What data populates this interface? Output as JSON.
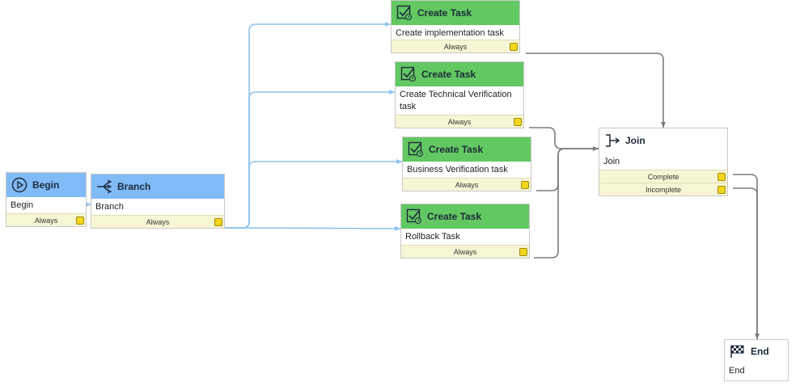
{
  "nodes": {
    "begin": {
      "title": "Begin",
      "label": "Begin",
      "port": "Always"
    },
    "branch": {
      "title": "Branch",
      "label": "Branch",
      "port": "Always"
    },
    "task1": {
      "title": "Create Task",
      "label": "Create implementation task",
      "port": "Always"
    },
    "task2": {
      "title": "Create Task",
      "label": "Create Technical Verification task",
      "port": "Always"
    },
    "task3": {
      "title": "Create Task",
      "label": "Business Verification task",
      "port": "Always"
    },
    "task4": {
      "title": "Create Task",
      "label": "Rollback Task",
      "port": "Always"
    },
    "join": {
      "title": "Join",
      "label": "Join",
      "port_complete": "Complete",
      "port_incomplete": "Incomplete"
    },
    "end": {
      "title": "End",
      "label": "End"
    }
  },
  "colors": {
    "task_header": "#62c862",
    "control_header": "#80bbf8",
    "port_bg": "#f7f6d4",
    "port_handle": "#f2d51c",
    "edge_blue": "#8ec3ee",
    "edge_gray": "#7c7c7c"
  },
  "icons": {
    "begin": "play-circle-icon",
    "branch": "branch-icon",
    "task": "task-check-icon",
    "join": "join-icon",
    "end": "checkered-flag-icon"
  }
}
